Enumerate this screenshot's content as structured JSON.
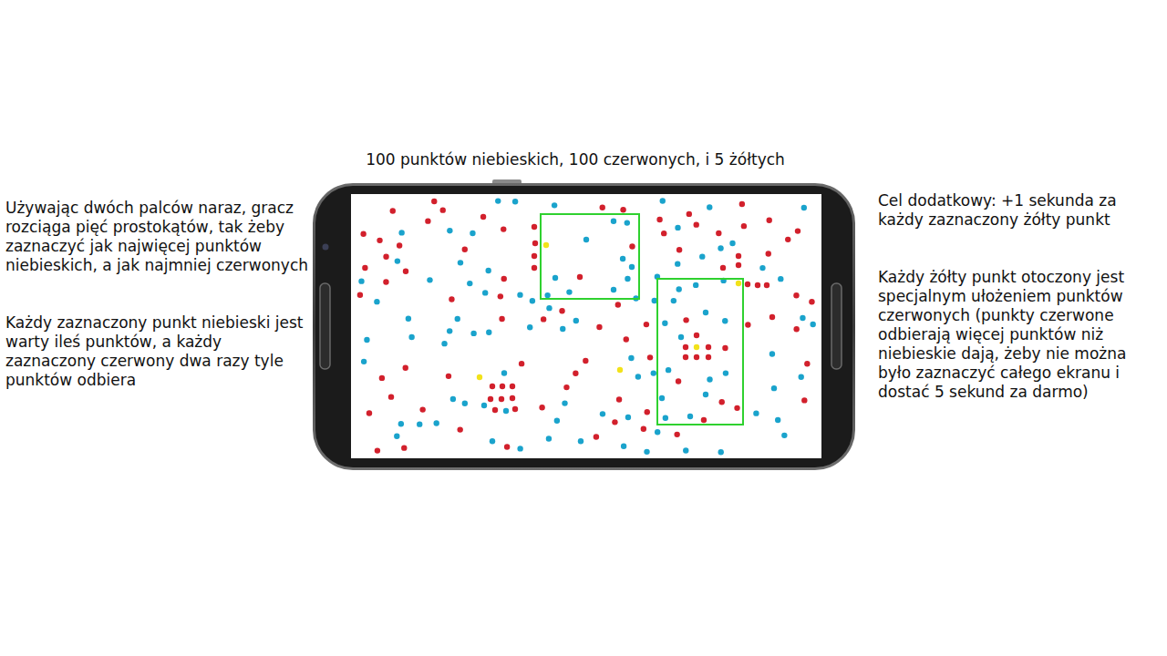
{
  "diagram": {
    "title": "100 punktów niebieskich, 100 czerwonych, i 5 żółtych",
    "labels": [
      "Używając dwóch palców naraz, gracz rozciąga pięć prostokątów, tak żeby zaznaczyć jak najwięcej punktów niebieskich, a jak najmniej czerwonych",
      "Każdy zaznaczony punkt niebieski jest warty ileś punktów, a każdy zaznaczony czerwony dwa razy tyle punktów odbiera",
      "Cel dodatkowy: +1 sekunda za każdy zaznaczony żółty punkt",
      "Każdy żółty punkt otoczony jest specjalnym ułożeniem punktów czerwonych (punkty czerwone odbierają więcej punktów niż niebieskie dają, żeby nie można było zaznaczyć całego ekranu i dostać 5 sekund za darmo)"
    ]
  }
}
